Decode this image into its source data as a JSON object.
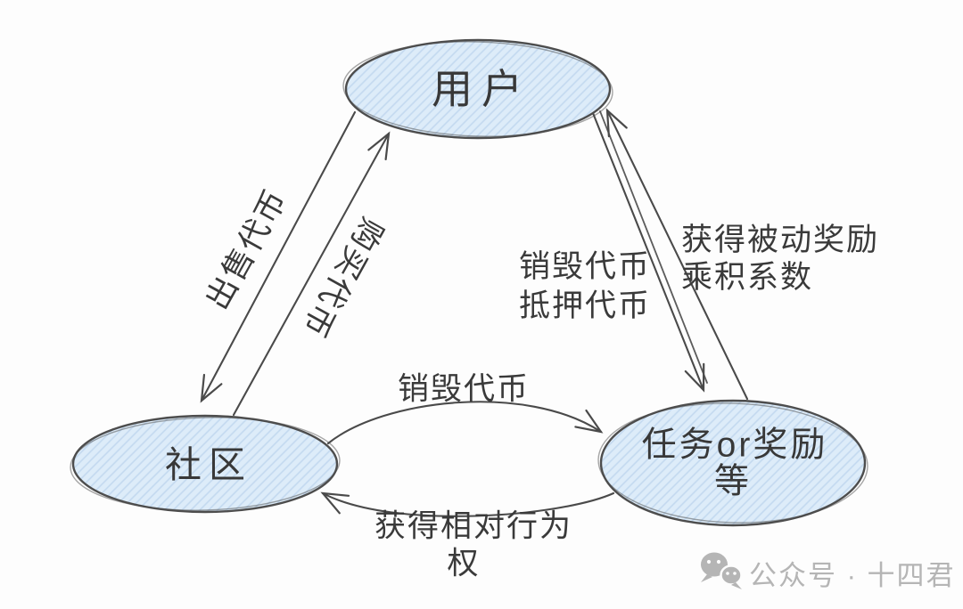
{
  "diagram": {
    "colors": {
      "background": "#fdfdfd",
      "node_fill": "#ddecf9",
      "node_hatch": "#c3d9f0",
      "outline": "#4a4a4a",
      "text": "#3a3a3a",
      "watermark": "#b5b5b5"
    },
    "nodes": [
      {
        "id": "user",
        "label": "用户"
      },
      {
        "id": "community",
        "label": "社区"
      },
      {
        "id": "tasks",
        "lines": [
          "任务or奖励",
          "等"
        ]
      }
    ],
    "edges": [
      {
        "id": "sell-tokens",
        "from": "用户",
        "to": "社区",
        "label": "出售代币"
      },
      {
        "id": "buy-tokens",
        "from": "社区",
        "to": "用户",
        "label": "购买代币"
      },
      {
        "id": "burn-stake-tokens",
        "from": "用户",
        "to": "任务or奖励等",
        "lines": [
          "销毁代币",
          "抵押代币"
        ]
      },
      {
        "id": "passive-reward-multiplier",
        "from": "任务or奖励等",
        "to": "用户",
        "lines": [
          "获得被动奖励",
          "乘积系数"
        ]
      },
      {
        "id": "burn-tokens",
        "from": "社区",
        "to": "任务or奖励等",
        "label": "销毁代币"
      },
      {
        "id": "relative-behavior-rights",
        "from": "任务or奖励等",
        "to": "社区",
        "lines": [
          "获得相对行为",
          "权"
        ]
      }
    ]
  },
  "watermark": {
    "icon": "wechat-icon",
    "text": "公众号 · 十四君"
  }
}
